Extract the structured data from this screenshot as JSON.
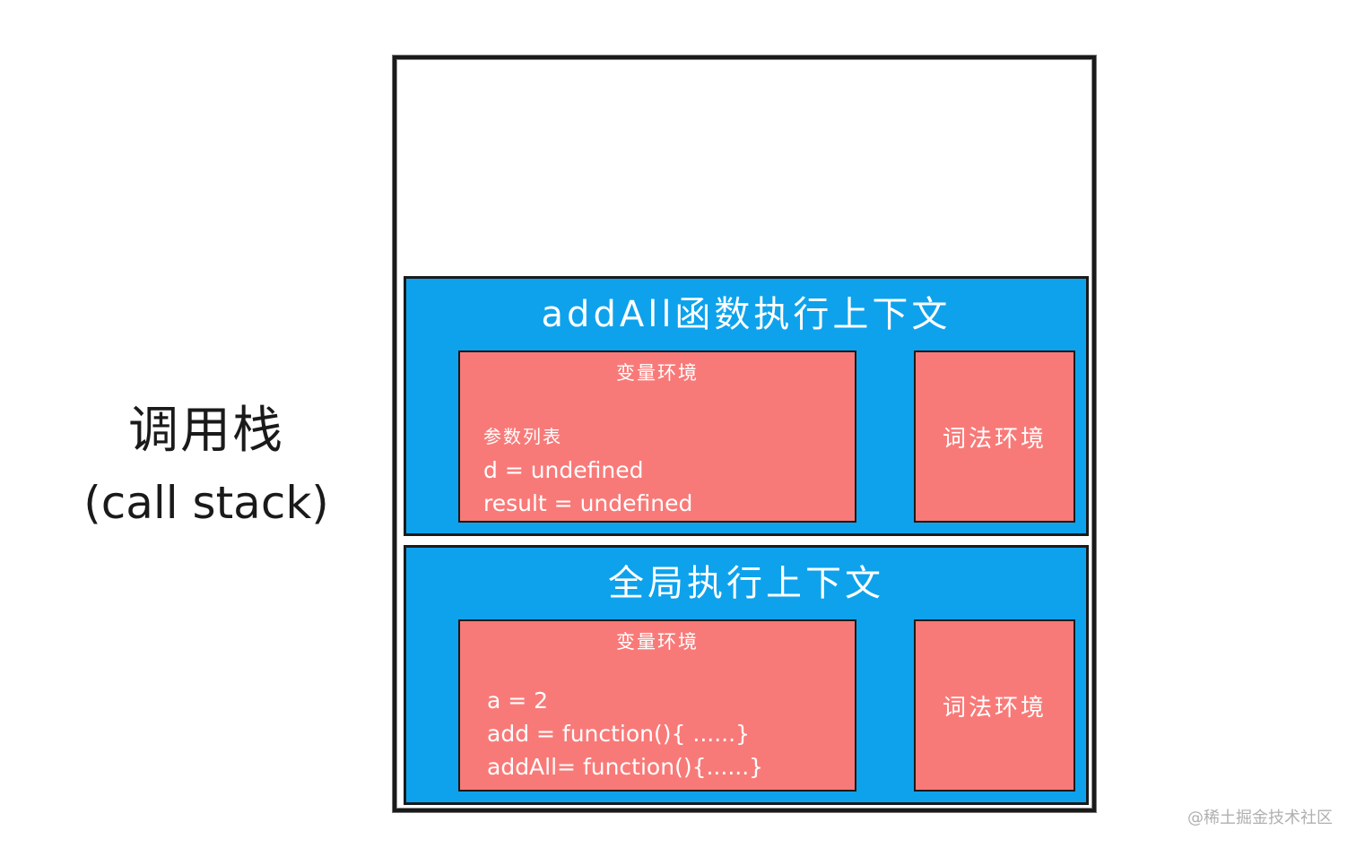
{
  "call_stack": {
    "label_zh": "调用栈",
    "label_en": "(call stack)"
  },
  "function_context": {
    "title": "addAll函数执行上下文",
    "variable_env": {
      "title": "变量环境",
      "lines": [
        "参数列表",
        "d = undefined",
        "result = undefined"
      ]
    },
    "lexical_env": {
      "title": "词法环境"
    }
  },
  "global_context": {
    "title": "全局执行上下文",
    "variable_env": {
      "title": "变量环境",
      "lines": [
        "a = 2",
        "add = function(){ ......}",
        "addAll= function(){......}"
      ]
    },
    "lexical_env": {
      "title": "词法环境"
    }
  },
  "watermark": "@稀土掘金技术社区",
  "colors": {
    "context_fill": "#0ea2ec",
    "env_fill": "#f87a78",
    "border": "#1a1a1a"
  }
}
